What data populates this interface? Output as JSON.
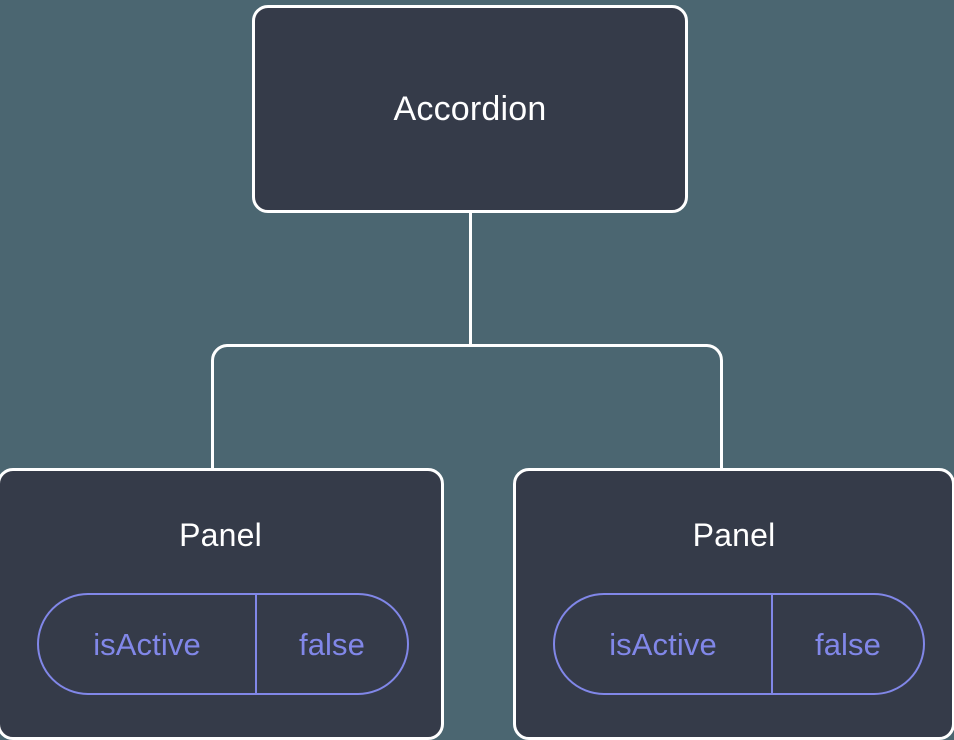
{
  "diagram": {
    "type": "component-tree",
    "background_color": "#4b6671",
    "node_fill_color": "#353b49",
    "node_border_color": "#ffffff",
    "accent_color": "#8187e8",
    "connector_color": "#ffffff",
    "root": {
      "label": "Accordion"
    },
    "children": [
      {
        "label": "Panel",
        "props": [
          {
            "key": "isActive",
            "value": "false"
          }
        ]
      },
      {
        "label": "Panel",
        "props": [
          {
            "key": "isActive",
            "value": "false"
          }
        ]
      }
    ]
  }
}
